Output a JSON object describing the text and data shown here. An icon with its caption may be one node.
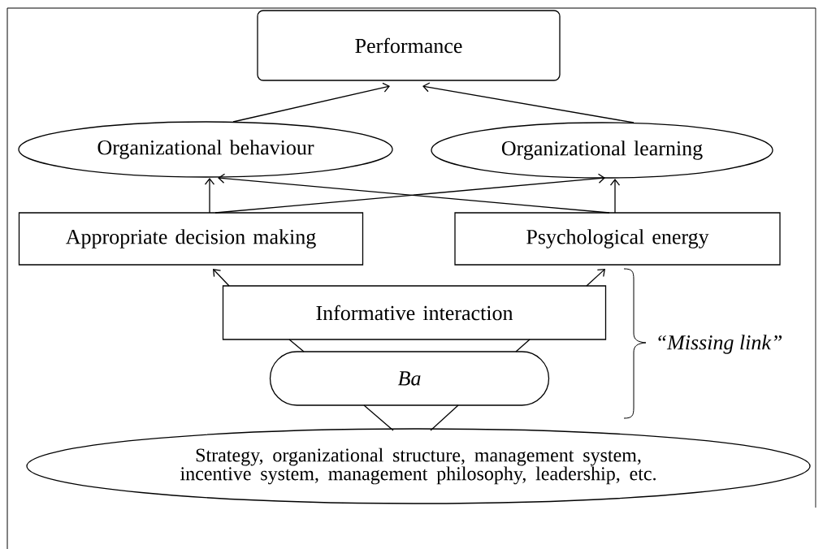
{
  "diagram": {
    "nodes": [
      {
        "text": [
          "Performance"
        ]
      },
      {
        "text": [
          "Organizational behaviour"
        ]
      },
      {
        "text": [
          "Organizational learning"
        ]
      },
      {
        "text": [
          "Appropriate decision making"
        ]
      },
      {
        "text": [
          "Psychological energy"
        ]
      },
      {
        "text": [
          "Informative interaction"
        ]
      },
      {
        "text": [
          "Ba"
        ]
      },
      {
        "text": [
          "Strategy, organizational structure, management system, incentive system, management philosophy, leadership, etc."
        ]
      }
    ],
    "edges": [
      {
        "from": 1,
        "to": 0,
        "arrow": "to"
      },
      {
        "from": 2,
        "to": 0,
        "arrow": "to"
      },
      {
        "from": 3,
        "to": 1,
        "arrow": "to"
      },
      {
        "from": 3,
        "to": 2,
        "arrow": "to"
      },
      {
        "from": 4,
        "to": 1,
        "arrow": "to"
      },
      {
        "from": 4,
        "to": 2,
        "arrow": "to"
      },
      {
        "from": 5,
        "to": 3,
        "arrow": "to"
      },
      {
        "from": 5,
        "to": 4,
        "arrow": "to"
      },
      {
        "from": 6,
        "to": 5,
        "arrow": "none"
      },
      {
        "from": 6,
        "to": 5,
        "arrow": "none"
      },
      {
        "from": 7,
        "to": 6,
        "arrow": "none"
      },
      {
        "from": 7,
        "to": 6,
        "arrow": "none"
      }
    ],
    "labels": [
      "“Missing link”"
    ]
  }
}
